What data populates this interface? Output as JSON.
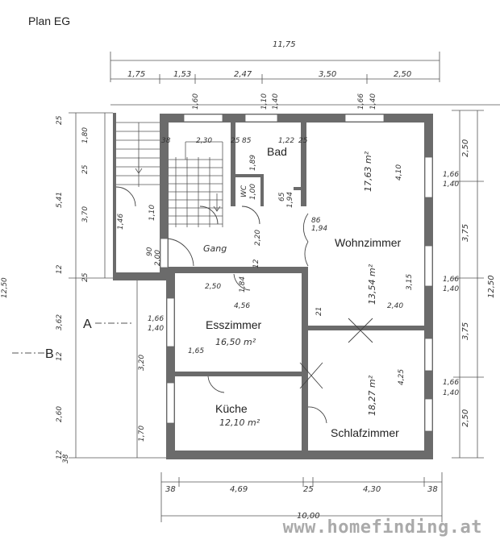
{
  "header": {
    "title": "Plan EG"
  },
  "rooms": {
    "bad": "Bad",
    "wohnzimmer": "Wohnzimmer",
    "esszimmer": "Esszimmer",
    "kueche": "Küche",
    "schlafzimmer": "Schlafzimmer",
    "gang": "Gang",
    "wc": "WC"
  },
  "areas": {
    "wohnzimmer_upper": "17,63 m²",
    "wohnzimmer_lower": "13,54 m²",
    "esszimmer": "16,50 m²",
    "kueche": "12,10 m²",
    "schlafzimmer": "18,27 m²"
  },
  "dimensions": {
    "top_total": "11,75",
    "top_segments": [
      "1,75",
      "1,53",
      "2,47",
      "3,50",
      "2,50"
    ],
    "window_widths": [
      "1,60",
      "1,10",
      "1,40",
      "1,66",
      "1,40"
    ],
    "bottom_total": "10,00",
    "bottom_segments": [
      "38",
      "4,69",
      "25",
      "4,30",
      "38"
    ],
    "right_total": "12,50",
    "right_segments": [
      "2,50",
      "3,75",
      "3,75",
      "2,50"
    ],
    "right_window_a": [
      "1,66",
      "1,40"
    ],
    "right_window_b": [
      "1,66",
      "1,40"
    ],
    "right_window_c": [
      "1,66",
      "1,40"
    ],
    "left_total": "12,50",
    "left_segments": [
      "25",
      "1,80",
      "25",
      "5,41",
      "3,70",
      "12",
      "25",
      "3,62",
      "12",
      "3,20",
      "2,60",
      "12",
      "1,70",
      "38"
    ],
    "left_inner": [
      "1,46",
      "1,66",
      "1,40"
    ],
    "interior": {
      "stair_width": "2,30",
      "bad_a": "25",
      "bad_b": "85",
      "bad_c": "1,22",
      "bad_d": "25",
      "stair_left": "38",
      "gang_door": "2,20",
      "ess_width": "2,50",
      "ess_inner": "4,56",
      "ess_left": "1,65",
      "wohn_inner": "3,15",
      "wohn_width": "2,40",
      "wohn_height": "4,10",
      "schlaf_height": "4,25",
      "door_86": "86",
      "door_194": "1,94",
      "door_90": "90",
      "door_200": "2,00",
      "door_110": "1,10",
      "door_184": "1,84",
      "wc_100": "1,00",
      "wc_189": "1,89",
      "right_21": "21",
      "right_12": "12",
      "small_65": "65",
      "small_194": "1,94"
    }
  },
  "section_markers": {
    "a": "A",
    "b": "B"
  },
  "watermark": "www.homefinding.at",
  "colors": {
    "wall": "#6b6b6b",
    "background": "#ffffff",
    "ink": "#333333",
    "watermark": "#aaaaaa"
  }
}
